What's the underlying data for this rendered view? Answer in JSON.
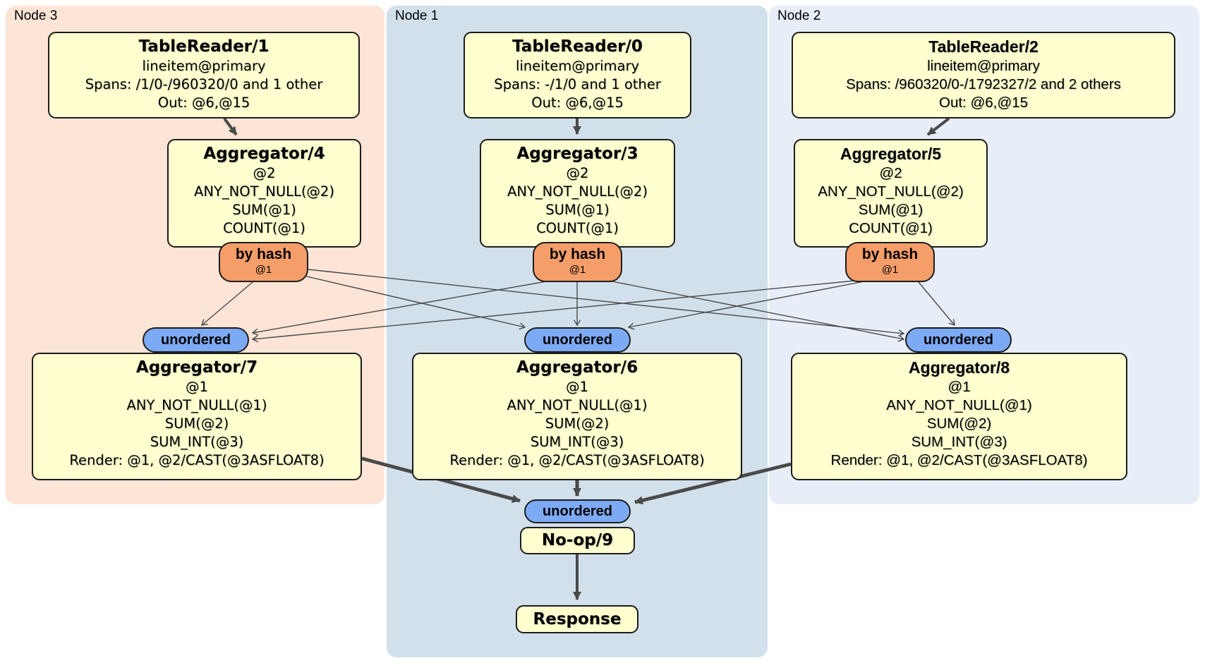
{
  "node_groups": [
    {
      "label": "Node 3"
    },
    {
      "label": "Node 1"
    },
    {
      "label": "Node 2"
    }
  ],
  "processors": {
    "tr1": {
      "title": "TableReader/1",
      "lines": [
        "lineitem@primary",
        "Spans: /1/0-/960320/0 and 1 other",
        "Out: @6,@15"
      ]
    },
    "tr0": {
      "title": "TableReader/0",
      "lines": [
        "lineitem@primary",
        "Spans: -/1/0 and 1 other",
        "Out: @6,@15"
      ]
    },
    "tr2": {
      "title": "TableReader/2",
      "lines": [
        "lineitem@primary",
        "Spans: /960320/0-/1792327/2 and 2 others",
        "Out: @6,@15"
      ]
    },
    "agg4": {
      "title": "Aggregator/4",
      "lines": [
        "@2",
        "ANY_NOT_NULL(@2)",
        "SUM(@1)",
        "COUNT(@1)"
      ]
    },
    "agg3": {
      "title": "Aggregator/3",
      "lines": [
        "@2",
        "ANY_NOT_NULL(@2)",
        "SUM(@1)",
        "COUNT(@1)"
      ]
    },
    "agg5": {
      "title": "Aggregator/5",
      "lines": [
        "@2",
        "ANY_NOT_NULL(@2)",
        "SUM(@1)",
        "COUNT(@1)"
      ]
    },
    "agg7": {
      "title": "Aggregator/7",
      "lines": [
        "@1",
        "ANY_NOT_NULL(@1)",
        "SUM(@2)",
        "SUM_INT(@3)",
        "Render: @1, @2/CAST(@3ASFLOAT8)"
      ]
    },
    "agg6": {
      "title": "Aggregator/6",
      "lines": [
        "@1",
        "ANY_NOT_NULL(@1)",
        "SUM(@2)",
        "SUM_INT(@3)",
        "Render: @1, @2/CAST(@3ASFLOAT8)"
      ]
    },
    "agg8": {
      "title": "Aggregator/8",
      "lines": [
        "@1",
        "ANY_NOT_NULL(@1)",
        "SUM(@2)",
        "SUM_INT(@3)",
        "Render: @1, @2/CAST(@3ASFLOAT8)"
      ]
    },
    "noop": {
      "title": "No-op/9"
    },
    "response": {
      "title": "Response"
    }
  },
  "router": {
    "label": "by hash",
    "sub": "@1"
  },
  "sync": {
    "label": "unordered"
  },
  "edges": [
    {
      "from": "TableReader/1",
      "to": "Aggregator/4"
    },
    {
      "from": "TableReader/0",
      "to": "Aggregator/3"
    },
    {
      "from": "TableReader/2",
      "to": "Aggregator/5"
    },
    {
      "from": "Aggregator/4 by hash @1",
      "to": "unordered sync of Aggregator/7"
    },
    {
      "from": "Aggregator/4 by hash @1",
      "to": "unordered sync of Aggregator/6"
    },
    {
      "from": "Aggregator/4 by hash @1",
      "to": "unordered sync of Aggregator/8"
    },
    {
      "from": "Aggregator/3 by hash @1",
      "to": "unordered sync of Aggregator/7"
    },
    {
      "from": "Aggregator/3 by hash @1",
      "to": "unordered sync of Aggregator/6"
    },
    {
      "from": "Aggregator/3 by hash @1",
      "to": "unordered sync of Aggregator/8"
    },
    {
      "from": "Aggregator/5 by hash @1",
      "to": "unordered sync of Aggregator/7"
    },
    {
      "from": "Aggregator/5 by hash @1",
      "to": "unordered sync of Aggregator/6"
    },
    {
      "from": "Aggregator/5 by hash @1",
      "to": "unordered sync of Aggregator/8"
    },
    {
      "from": "Aggregator/7",
      "to": "unordered sync of No-op/9"
    },
    {
      "from": "Aggregator/6",
      "to": "unordered sync of No-op/9"
    },
    {
      "from": "Aggregator/8",
      "to": "unordered sync of No-op/9"
    },
    {
      "from": "No-op/9",
      "to": "Response"
    }
  ],
  "colors": {
    "node3_bg": "#fce4d6",
    "node1_bg": "#d2e0eb",
    "node2_bg": "#e8eef8",
    "processor_bg": "#ffffd0",
    "router_bg": "#f59e6a",
    "sync_bg": "#7daaf5",
    "edge": "#4a4a4a"
  }
}
